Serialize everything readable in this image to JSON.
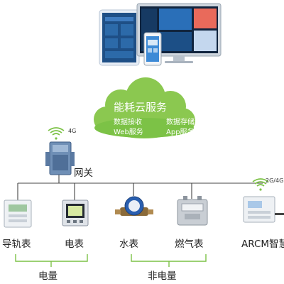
{
  "cloud": {
    "title": "能耗云服务",
    "line1_left": "数据接收",
    "line1_right": "数据存储",
    "line2_left": "Web服务",
    "line2_right": "App服务"
  },
  "gateway": {
    "label": "网关",
    "signal": "4G"
  },
  "devices": [
    {
      "label": "导轨表"
    },
    {
      "label": "电表"
    },
    {
      "label": "水表"
    },
    {
      "label": "燃气表"
    },
    {
      "label": "ARCM智慧",
      "signal": "2G/4G"
    }
  ],
  "groups": {
    "electric": "电量",
    "non_electric": "非电量"
  },
  "colors": {
    "cloud": "#7cc246",
    "cloud_light": "#9fd66a",
    "line": "#444444",
    "bracket": "#7cc246"
  }
}
